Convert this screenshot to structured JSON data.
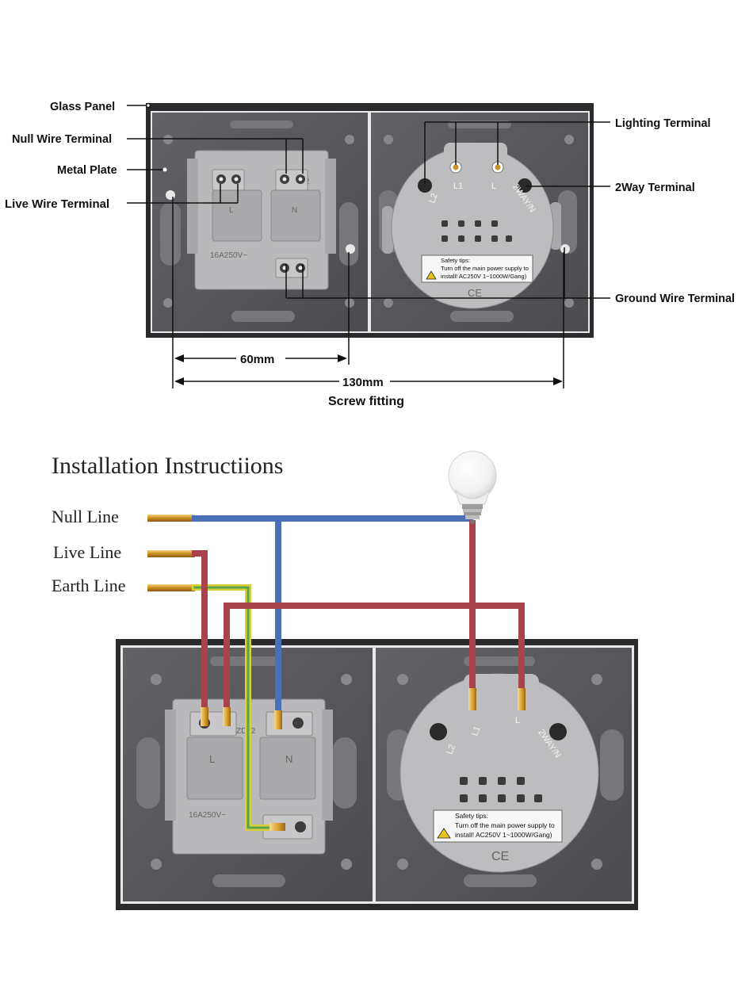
{
  "top_labels": {
    "glass_panel": "Glass Panel",
    "null_wire_terminal": "Null Wire Terminal",
    "metal_plate": "Metal Plate",
    "live_wire_terminal": "Live Wire Terminal",
    "lighting_terminal": "Lighting Terminal",
    "two_way_terminal": "2Way Terminal",
    "ground_wire_terminal": "Ground Wire Terminal"
  },
  "dimensions": {
    "short": "60mm",
    "long": "130mm",
    "caption": "Screw fitting"
  },
  "installation": {
    "title": "Installation Instructiions",
    "null_line": "Null Line",
    "live_line": "Live Line",
    "earth_line": "Earth Line"
  },
  "module_marks": {
    "socket_l": "L",
    "socket_n": "N",
    "socket_model": "ZD12",
    "socket_rating": "16A250V~",
    "switch_l2": "L2",
    "switch_l1": "L1",
    "switch_l": "L",
    "switch_2way": "2WAY/N",
    "safety_title": "Safety tips:",
    "safety_line1": "Turn off the main power supply to",
    "safety_line2": "install! AC250V  1~1000W/Gang)",
    "ce_mark": "CE"
  },
  "colors": {
    "frame": "#2b2b2d",
    "plate": "#5a5a5d",
    "module": "#b9b9bb",
    "null_wire": "#4a6fb7",
    "live_wire": "#a8434b",
    "earth_wire_yellow": "#d9cf38",
    "earth_wire_green": "#5aa44a",
    "brass": "#d7a43a"
  }
}
